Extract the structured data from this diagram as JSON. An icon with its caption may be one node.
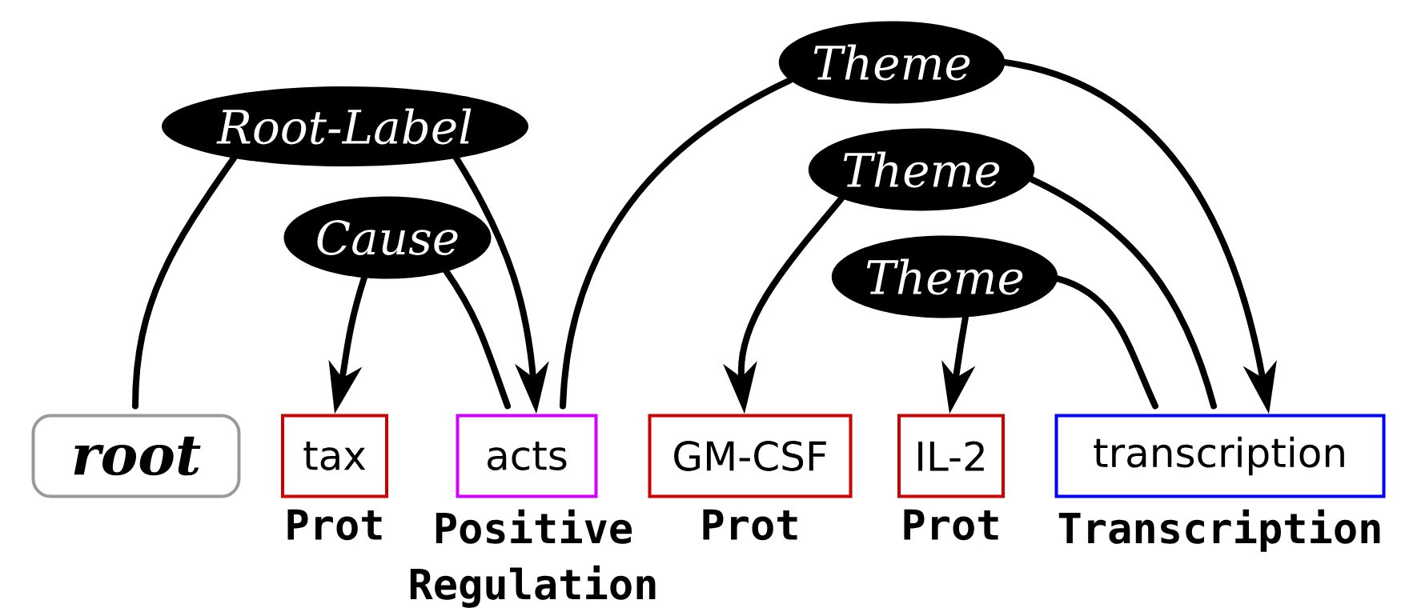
{
  "diagram": {
    "nodes": [
      {
        "text": [
          "Theme"
        ]
      },
      {
        "text": [
          "Root-Label"
        ]
      },
      {
        "text": [
          "Theme"
        ]
      },
      {
        "text": [
          "Cause"
        ]
      },
      {
        "text": [
          "Theme"
        ]
      },
      {
        "text": [
          "root"
        ]
      },
      {
        "text": [
          "tax"
        ],
        "beside": [
          "Prot"
        ]
      },
      {
        "text": [
          "acts"
        ],
        "beside": [
          "Positive Regulation"
        ]
      },
      {
        "text": [
          "GM-CSF"
        ],
        "beside": [
          "Prot"
        ]
      },
      {
        "text": [
          "IL-2"
        ],
        "beside": [
          "Prot"
        ]
      },
      {
        "text": [
          "transcription"
        ],
        "beside": [
          "Transcription"
        ]
      }
    ],
    "edges": [
      {
        "from": 5,
        "to": 1,
        "arrow": "none"
      },
      {
        "from": 1,
        "to": 7,
        "arrow": "to"
      },
      {
        "from": 7,
        "to": 3,
        "arrow": "none"
      },
      {
        "from": 3,
        "to": 6,
        "arrow": "to"
      },
      {
        "from": 7,
        "to": 0,
        "arrow": "none"
      },
      {
        "from": 0,
        "to": 10,
        "arrow": "to"
      },
      {
        "from": 10,
        "to": 2,
        "arrow": "none"
      },
      {
        "from": 2,
        "to": 8,
        "arrow": "to"
      },
      {
        "from": 10,
        "to": 4,
        "arrow": "none"
      },
      {
        "from": 4,
        "to": 9,
        "arrow": "to"
      }
    ]
  }
}
